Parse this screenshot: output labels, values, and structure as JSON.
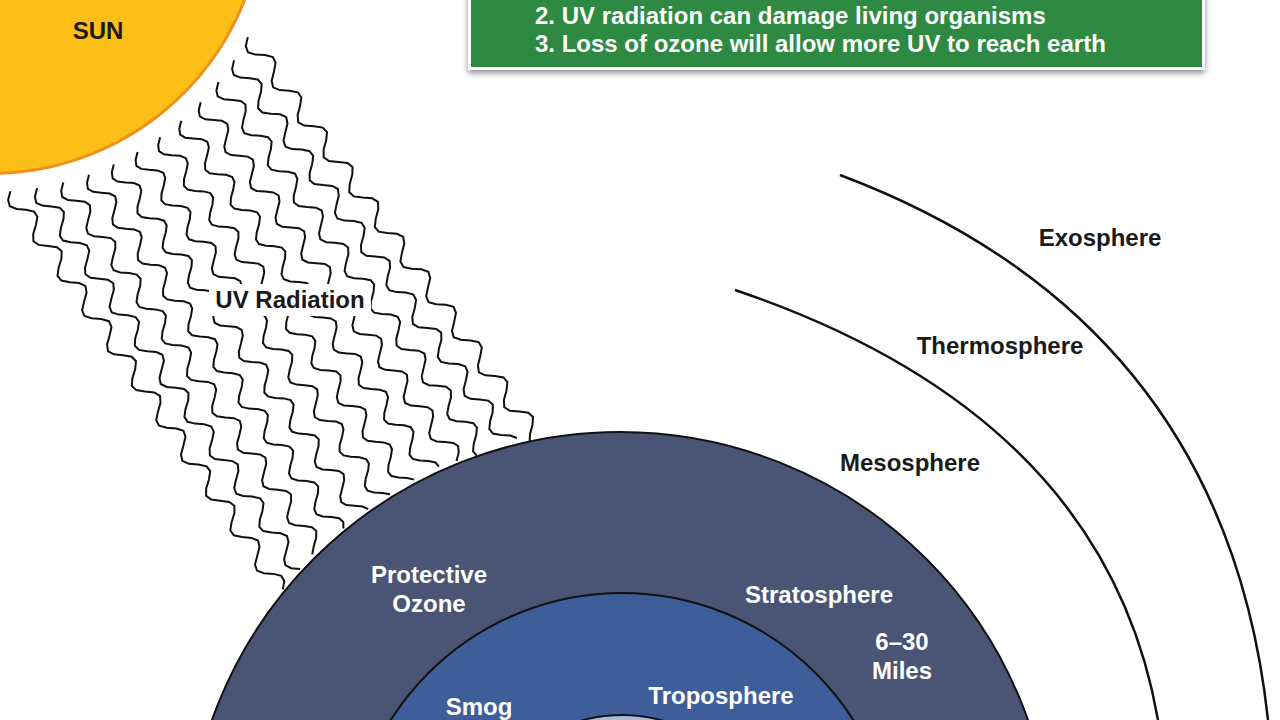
{
  "diagram": {
    "nodes": [
      {
        "text": [
          "SUN"
        ]
      },
      {
        "text": [
          "2. UV radiation can damage living organisms",
          "3. Loss of ozone will allow more UV to reach earth"
        ]
      },
      {
        "text": [
          "Stratosphere",
          "6–30 Miles",
          "Protective Ozone"
        ]
      },
      {
        "text": [
          "Troposphere",
          "Smog"
        ],
        "in": 2
      }
    ],
    "labels": [
      "UV Radiation",
      "Exosphere",
      "Thermosphere",
      "Mesosphere"
    ]
  }
}
